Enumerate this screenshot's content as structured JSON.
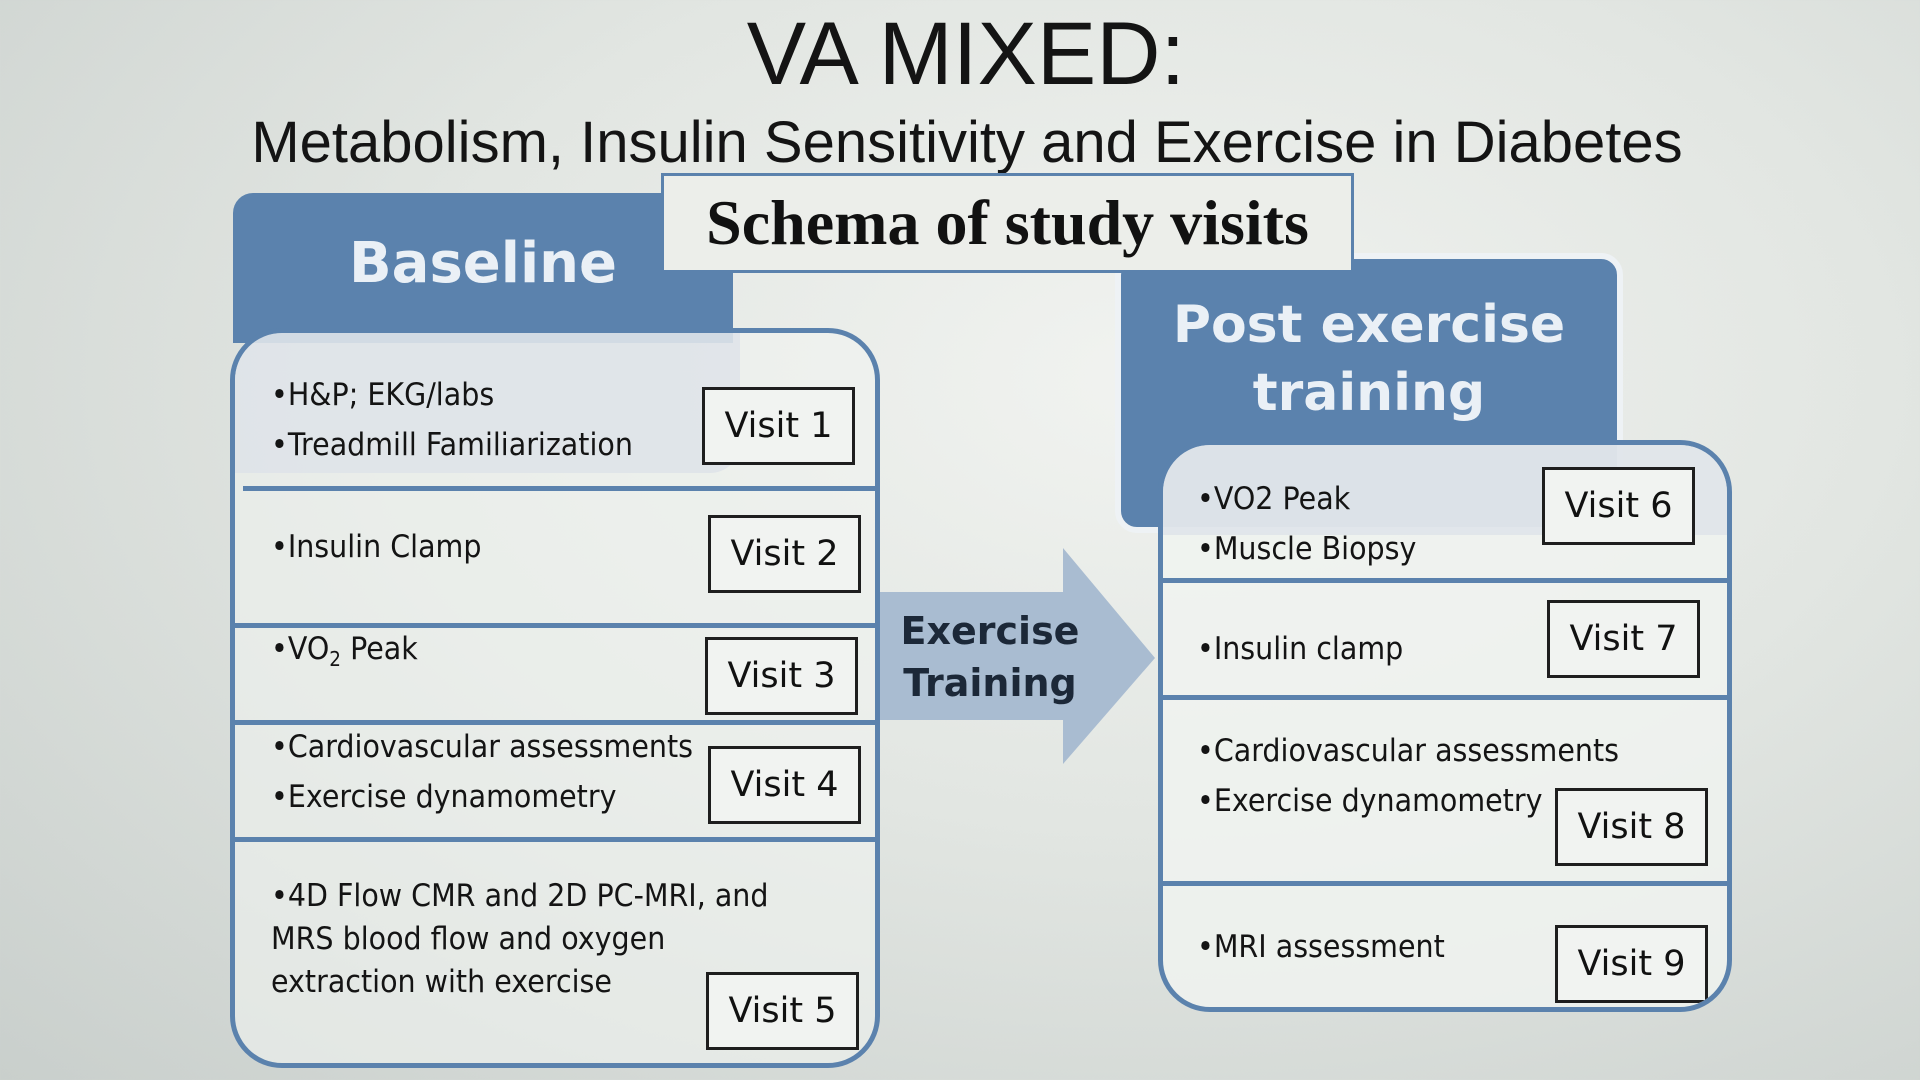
{
  "title": "VA MIXED:",
  "subtitle": "Metabolism, Insulin Sensitivity and Exercise in Diabetes",
  "schema_label": "Schema of study visits",
  "baseline": {
    "heading": "Baseline",
    "sections": [
      {
        "items": [
          "•H&P; EKG/labs",
          "•Treadmill Familiarization"
        ],
        "visit": "Visit 1"
      },
      {
        "items": [
          "•Insulin Clamp"
        ],
        "visit": "Visit 2"
      },
      {
        "items": [
          "•VO",
          "2",
          " Peak"
        ],
        "visit": "Visit 3"
      },
      {
        "items": [
          "•Cardiovascular assessments",
          "•Exercise dynamometry"
        ],
        "visit": "Visit 4"
      },
      {
        "items": [
          "•4D Flow CMR and 2D PC-MRI, and MRS blood flow and oxygen extraction with exercise"
        ],
        "visit": "Visit 5"
      }
    ]
  },
  "arrow": {
    "line1": "Exercise",
    "line2": "Training"
  },
  "post": {
    "heading_line1": "Post exercise",
    "heading_line2": "training",
    "sections": [
      {
        "items": [
          "•VO2 Peak",
          "•Muscle Biopsy"
        ],
        "visit": "Visit 6"
      },
      {
        "items": [
          "•Insulin  clamp"
        ],
        "visit": "Visit 7"
      },
      {
        "items": [
          "•Cardiovascular assessments",
          "•Exercise dynamometry"
        ],
        "visit": "Visit 8"
      },
      {
        "items": [
          "•MRI assessment"
        ],
        "visit": "Visit 9"
      }
    ]
  },
  "colors": {
    "accent": "#5b82ad",
    "arrow": "#a9bcd1",
    "text": "#141414"
  }
}
